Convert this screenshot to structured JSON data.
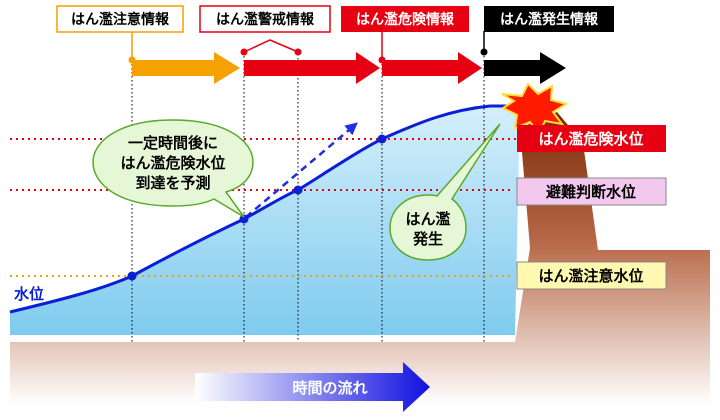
{
  "stages": [
    {
      "id": "chui",
      "label": "はん濫注意情報",
      "color": "#f5a100"
    },
    {
      "id": "keikai",
      "label": "はん濫警戒情報",
      "color": "#e60012"
    },
    {
      "id": "kiken",
      "label": "はん濫危険情報",
      "color": "#e60012"
    },
    {
      "id": "hassei",
      "label": "はん濫発生情報",
      "color": "#000000"
    }
  ],
  "levels": [
    {
      "id": "kiken",
      "label": "はん濫危険水位",
      "fill": "#e60012",
      "text_color": "#ffffff",
      "line_color": "#e60012"
    },
    {
      "id": "hinan",
      "label": "避難判断水位",
      "fill": "#f2c8ef",
      "text_color": "#000000",
      "line_color": "#e60012"
    },
    {
      "id": "chui",
      "label": "はん濫注意水位",
      "fill": "#fff8b0",
      "text_color": "#000000",
      "line_color": "#f5a100"
    }
  ],
  "water_level_label": "水位",
  "callouts": {
    "predict": [
      "一定時間後に",
      "はん濫危険水位",
      "到達を予測"
    ],
    "flood": [
      "はん濫",
      "発生"
    ]
  },
  "time_flow_label": "時間の流れ",
  "colors": {
    "water_top": "#d4effa",
    "water_bottom": "#7fcbef",
    "curve": "#0a1fd6",
    "ground": "#8a2e0a",
    "callout_fill": "#e6f7d8",
    "callout_stroke": "#5aaa2a"
  }
}
